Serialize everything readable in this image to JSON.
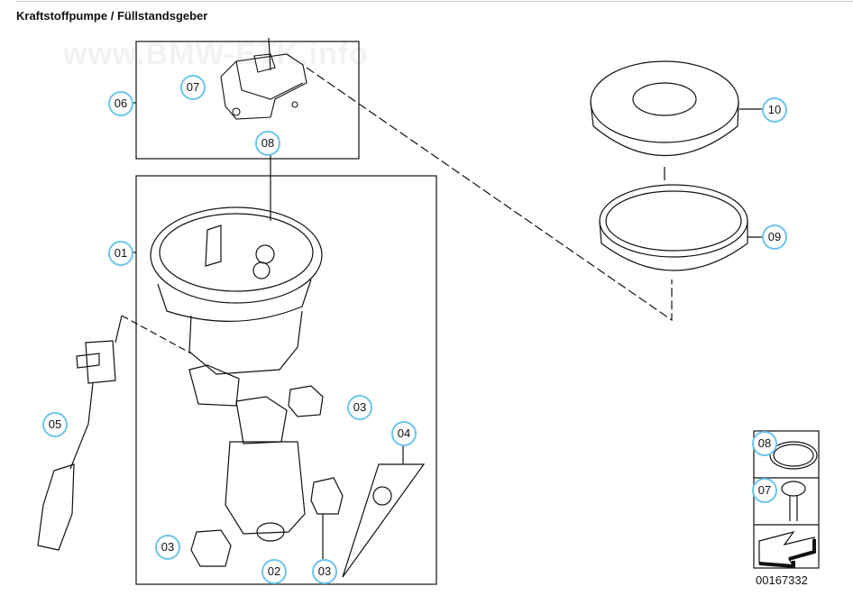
{
  "title": "Kraftstoffpumpe / Füllstandsgeber",
  "watermark": "www.BMW-ETK.info",
  "diagram_code": "00167332",
  "callouts": {
    "c06": "06",
    "c07": "07",
    "c08": "08",
    "c01": "01",
    "c05": "05",
    "c03a": "03",
    "c04": "04",
    "c03b": "03",
    "c02": "02",
    "c03c": "03",
    "c10": "10",
    "c09": "09",
    "c08s": "08",
    "c07s": "07"
  },
  "colors": {
    "callout_ring": "#6cc5ec"
  }
}
